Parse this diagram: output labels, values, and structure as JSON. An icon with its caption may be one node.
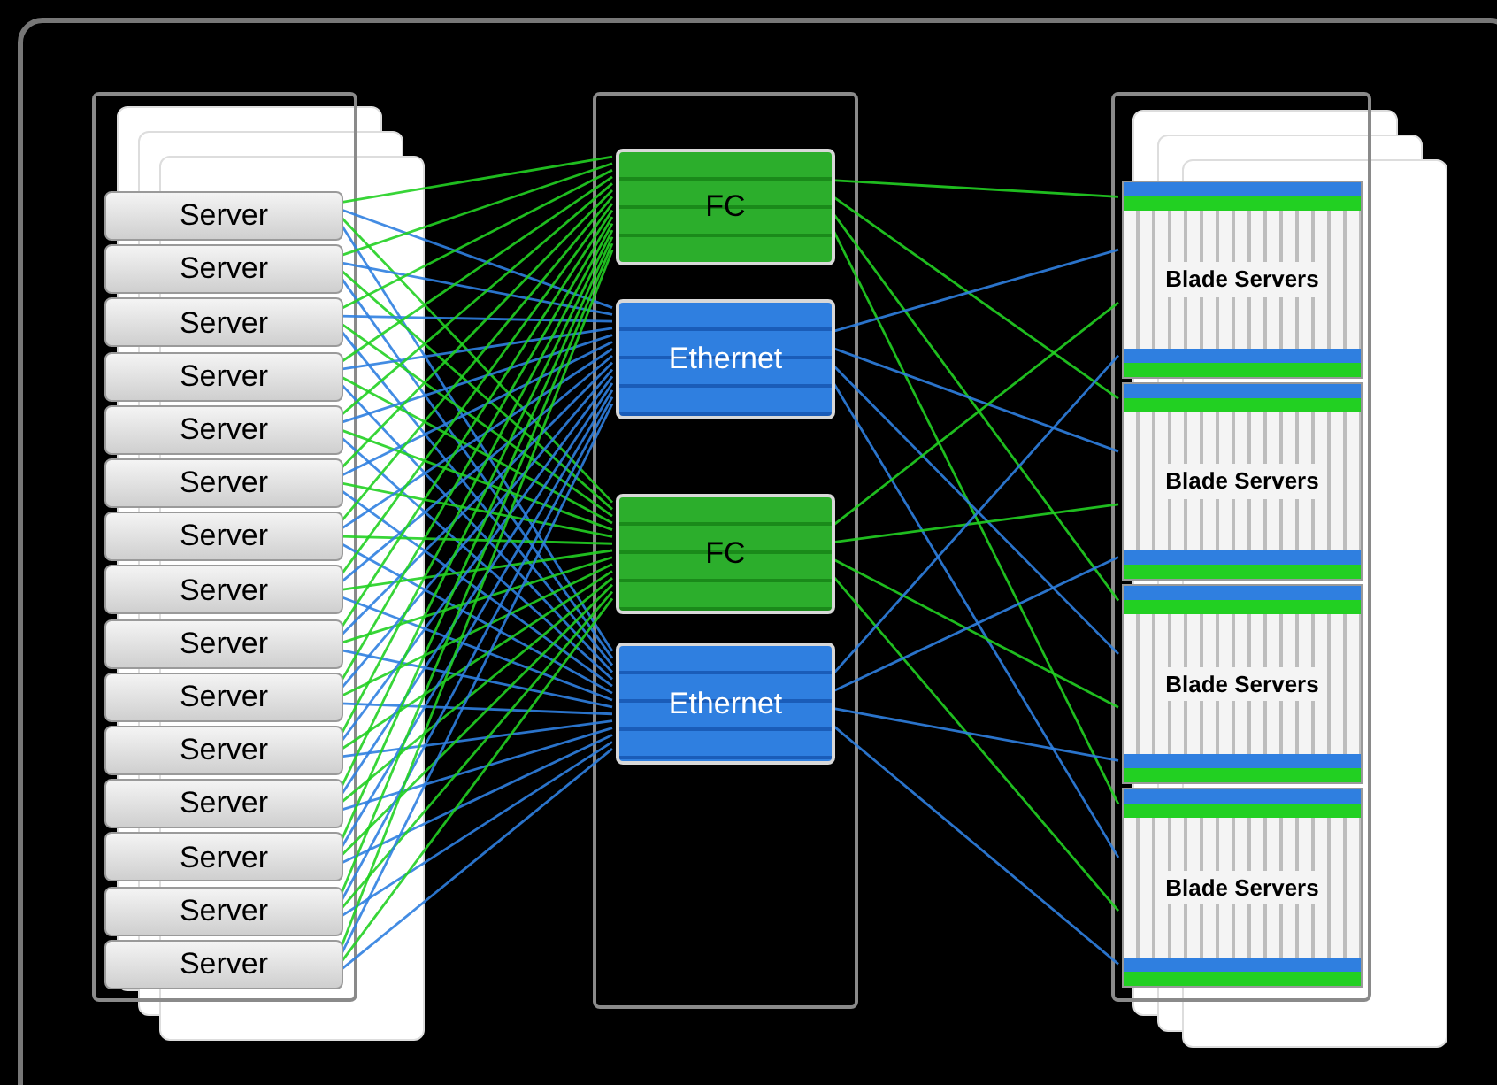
{
  "diagram": {
    "nodes": [
      {
        "text": [],
        "shape": "box"
      },
      {
        "text": [
          "Server"
        ],
        "in": 0
      },
      {
        "text": [
          "Server"
        ],
        "in": 0
      },
      {
        "text": [
          "Server"
        ],
        "in": 0
      },
      {
        "text": [
          "Server"
        ],
        "in": 0
      },
      {
        "text": [
          "Server"
        ],
        "in": 0
      },
      {
        "text": [
          "Server"
        ],
        "in": 0
      },
      {
        "text": [
          "Server"
        ],
        "in": 0
      },
      {
        "text": [
          "Server"
        ],
        "in": 0
      },
      {
        "text": [
          "Server"
        ],
        "in": 0
      },
      {
        "text": [
          "Server"
        ],
        "in": 0
      },
      {
        "text": [
          "Server"
        ],
        "in": 0
      },
      {
        "text": [
          "Server"
        ],
        "in": 0
      },
      {
        "text": [
          "Server"
        ],
        "in": 0
      },
      {
        "text": [
          "Server"
        ],
        "in": 0
      },
      {
        "text": [
          "Server"
        ],
        "in": 0
      },
      {
        "text": [],
        "shape": "box"
      },
      {
        "text": [
          "FC"
        ],
        "in": 16
      },
      {
        "text": [
          "Ethernet"
        ],
        "in": 16
      },
      {
        "text": [
          "FC"
        ],
        "in": 16
      },
      {
        "text": [
          "Ethernet"
        ],
        "in": 16
      },
      {
        "text": [],
        "shape": "box"
      },
      {
        "text": [
          "Blade Servers"
        ],
        "in": 21
      },
      {
        "text": [
          "Blade Servers"
        ],
        "in": 21
      },
      {
        "text": [
          "Blade Servers"
        ],
        "in": 21
      },
      {
        "text": [
          "Blade Servers"
        ],
        "in": 21
      }
    ],
    "edges": [
      {
        "from": 1,
        "to": 17,
        "arrow": "none",
        "color": "#22d022"
      },
      {
        "from": 1,
        "to": 18,
        "arrow": "none",
        "color": "#2f7fe0"
      },
      {
        "from": 1,
        "to": 19,
        "arrow": "none",
        "color": "#22d022"
      },
      {
        "from": 1,
        "to": 20,
        "arrow": "none",
        "color": "#2f7fe0"
      },
      {
        "from": 2,
        "to": 17,
        "arrow": "none",
        "color": "#22d022"
      },
      {
        "from": 2,
        "to": 18,
        "arrow": "none",
        "color": "#2f7fe0"
      },
      {
        "from": 2,
        "to": 19,
        "arrow": "none",
        "color": "#22d022"
      },
      {
        "from": 2,
        "to": 20,
        "arrow": "none",
        "color": "#2f7fe0"
      },
      {
        "from": 3,
        "to": 17,
        "arrow": "none",
        "color": "#22d022"
      },
      {
        "from": 3,
        "to": 18,
        "arrow": "none",
        "color": "#2f7fe0"
      },
      {
        "from": 3,
        "to": 19,
        "arrow": "none",
        "color": "#22d022"
      },
      {
        "from": 3,
        "to": 20,
        "arrow": "none",
        "color": "#2f7fe0"
      },
      {
        "from": 4,
        "to": 17,
        "arrow": "none",
        "color": "#22d022"
      },
      {
        "from": 4,
        "to": 18,
        "arrow": "none",
        "color": "#2f7fe0"
      },
      {
        "from": 4,
        "to": 19,
        "arrow": "none",
        "color": "#22d022"
      },
      {
        "from": 4,
        "to": 20,
        "arrow": "none",
        "color": "#2f7fe0"
      },
      {
        "from": 5,
        "to": 17,
        "arrow": "none",
        "color": "#22d022"
      },
      {
        "from": 5,
        "to": 18,
        "arrow": "none",
        "color": "#2f7fe0"
      },
      {
        "from": 5,
        "to": 19,
        "arrow": "none",
        "color": "#22d022"
      },
      {
        "from": 5,
        "to": 20,
        "arrow": "none",
        "color": "#2f7fe0"
      },
      {
        "from": 6,
        "to": 17,
        "arrow": "none",
        "color": "#22d022"
      },
      {
        "from": 6,
        "to": 18,
        "arrow": "none",
        "color": "#2f7fe0"
      },
      {
        "from": 6,
        "to": 19,
        "arrow": "none",
        "color": "#22d022"
      },
      {
        "from": 6,
        "to": 20,
        "arrow": "none",
        "color": "#2f7fe0"
      },
      {
        "from": 7,
        "to": 17,
        "arrow": "none",
        "color": "#22d022"
      },
      {
        "from": 7,
        "to": 18,
        "arrow": "none",
        "color": "#2f7fe0"
      },
      {
        "from": 7,
        "to": 19,
        "arrow": "none",
        "color": "#22d022"
      },
      {
        "from": 7,
        "to": 20,
        "arrow": "none",
        "color": "#2f7fe0"
      },
      {
        "from": 8,
        "to": 17,
        "arrow": "none",
        "color": "#22d022"
      },
      {
        "from": 8,
        "to": 18,
        "arrow": "none",
        "color": "#2f7fe0"
      },
      {
        "from": 8,
        "to": 19,
        "arrow": "none",
        "color": "#22d022"
      },
      {
        "from": 8,
        "to": 20,
        "arrow": "none",
        "color": "#2f7fe0"
      },
      {
        "from": 9,
        "to": 17,
        "arrow": "none",
        "color": "#22d022"
      },
      {
        "from": 9,
        "to": 18,
        "arrow": "none",
        "color": "#2f7fe0"
      },
      {
        "from": 9,
        "to": 19,
        "arrow": "none",
        "color": "#22d022"
      },
      {
        "from": 9,
        "to": 20,
        "arrow": "none",
        "color": "#2f7fe0"
      },
      {
        "from": 10,
        "to": 17,
        "arrow": "none",
        "color": "#22d022"
      },
      {
        "from": 10,
        "to": 18,
        "arrow": "none",
        "color": "#2f7fe0"
      },
      {
        "from": 10,
        "to": 19,
        "arrow": "none",
        "color": "#22d022"
      },
      {
        "from": 10,
        "to": 20,
        "arrow": "none",
        "color": "#2f7fe0"
      },
      {
        "from": 11,
        "to": 17,
        "arrow": "none",
        "color": "#22d022"
      },
      {
        "from": 11,
        "to": 18,
        "arrow": "none",
        "color": "#2f7fe0"
      },
      {
        "from": 11,
        "to": 19,
        "arrow": "none",
        "color": "#22d022"
      },
      {
        "from": 11,
        "to": 20,
        "arrow": "none",
        "color": "#2f7fe0"
      },
      {
        "from": 12,
        "to": 17,
        "arrow": "none",
        "color": "#22d022"
      },
      {
        "from": 12,
        "to": 18,
        "arrow": "none",
        "color": "#2f7fe0"
      },
      {
        "from": 12,
        "to": 19,
        "arrow": "none",
        "color": "#22d022"
      },
      {
        "from": 12,
        "to": 20,
        "arrow": "none",
        "color": "#2f7fe0"
      },
      {
        "from": 13,
        "to": 17,
        "arrow": "none",
        "color": "#22d022"
      },
      {
        "from": 13,
        "to": 18,
        "arrow": "none",
        "color": "#2f7fe0"
      },
      {
        "from": 13,
        "to": 19,
        "arrow": "none",
        "color": "#22d022"
      },
      {
        "from": 13,
        "to": 20,
        "arrow": "none",
        "color": "#2f7fe0"
      },
      {
        "from": 14,
        "to": 17,
        "arrow": "none",
        "color": "#22d022"
      },
      {
        "from": 14,
        "to": 18,
        "arrow": "none",
        "color": "#2f7fe0"
      },
      {
        "from": 14,
        "to": 19,
        "arrow": "none",
        "color": "#22d022"
      },
      {
        "from": 14,
        "to": 20,
        "arrow": "none",
        "color": "#2f7fe0"
      },
      {
        "from": 15,
        "to": 17,
        "arrow": "none",
        "color": "#22d022"
      },
      {
        "from": 15,
        "to": 18,
        "arrow": "none",
        "color": "#2f7fe0"
      },
      {
        "from": 15,
        "to": 19,
        "arrow": "none",
        "color": "#22d022"
      },
      {
        "from": 15,
        "to": 20,
        "arrow": "none",
        "color": "#2f7fe0"
      },
      {
        "from": 17,
        "to": 22,
        "arrow": "none",
        "color": "#22d022"
      },
      {
        "from": 17,
        "to": 23,
        "arrow": "none",
        "color": "#22d022"
      },
      {
        "from": 17,
        "to": 24,
        "arrow": "none",
        "color": "#22d022"
      },
      {
        "from": 17,
        "to": 25,
        "arrow": "none",
        "color": "#22d022"
      },
      {
        "from": 18,
        "to": 22,
        "arrow": "none",
        "color": "#2f7fe0"
      },
      {
        "from": 18,
        "to": 23,
        "arrow": "none",
        "color": "#2f7fe0"
      },
      {
        "from": 18,
        "to": 24,
        "arrow": "none",
        "color": "#2f7fe0"
      },
      {
        "from": 18,
        "to": 25,
        "arrow": "none",
        "color": "#2f7fe0"
      },
      {
        "from": 19,
        "to": 22,
        "arrow": "none",
        "color": "#22d022"
      },
      {
        "from": 19,
        "to": 23,
        "arrow": "none",
        "color": "#22d022"
      },
      {
        "from": 19,
        "to": 24,
        "arrow": "none",
        "color": "#22d022"
      },
      {
        "from": 19,
        "to": 25,
        "arrow": "none",
        "color": "#22d022"
      },
      {
        "from": 20,
        "to": 22,
        "arrow": "none",
        "color": "#2f7fe0"
      },
      {
        "from": 20,
        "to": 23,
        "arrow": "none",
        "color": "#2f7fe0"
      },
      {
        "from": 20,
        "to": 24,
        "arrow": "none",
        "color": "#2f7fe0"
      },
      {
        "from": 20,
        "to": 25,
        "arrow": "none",
        "color": "#2f7fe0"
      }
    ]
  }
}
